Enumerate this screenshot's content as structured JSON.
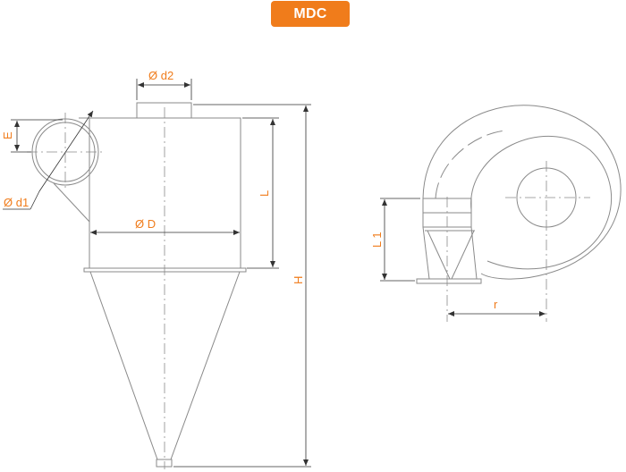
{
  "badge": {
    "title": "MDC"
  },
  "labels": {
    "d2": "Ø d2",
    "d1": "Ø d1",
    "D": "Ø D",
    "E": "E",
    "L": "L",
    "H": "H",
    "L1": "L 1",
    "r": "r"
  },
  "colors": {
    "accent": "#f07c1b",
    "line": "#8a8a8a",
    "dim": "#333333"
  }
}
